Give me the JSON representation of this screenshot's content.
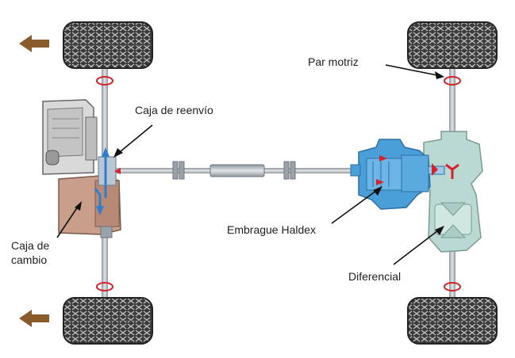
{
  "labels": {
    "par_motriz": "Par motriz",
    "caja_reenvio": "Caja de reenvío",
    "caja_cambio_line1": "Caja de",
    "caja_cambio_line2": "cambio",
    "embrague_haldex": "Embrague Haldex",
    "diferencial": "Diferencial"
  },
  "colors": {
    "tire": "#3a3a3a",
    "tire_tread": "#bdbdbd",
    "shaft": "#c9ced4",
    "shaft_edge": "#8d959c",
    "engine": "#d7d7d7",
    "gearbox": "#c99f8c",
    "haldex": "#4a9fd8",
    "rear_diff": "#b9d9d2",
    "arrow_brown": "#8b5a2b",
    "torque_red": "#d6232a",
    "flow_blue": "#2f7fcf"
  },
  "icons": [
    "direction-arrow-icon",
    "torque-rotation-icon",
    "flow-arrow-icon"
  ]
}
